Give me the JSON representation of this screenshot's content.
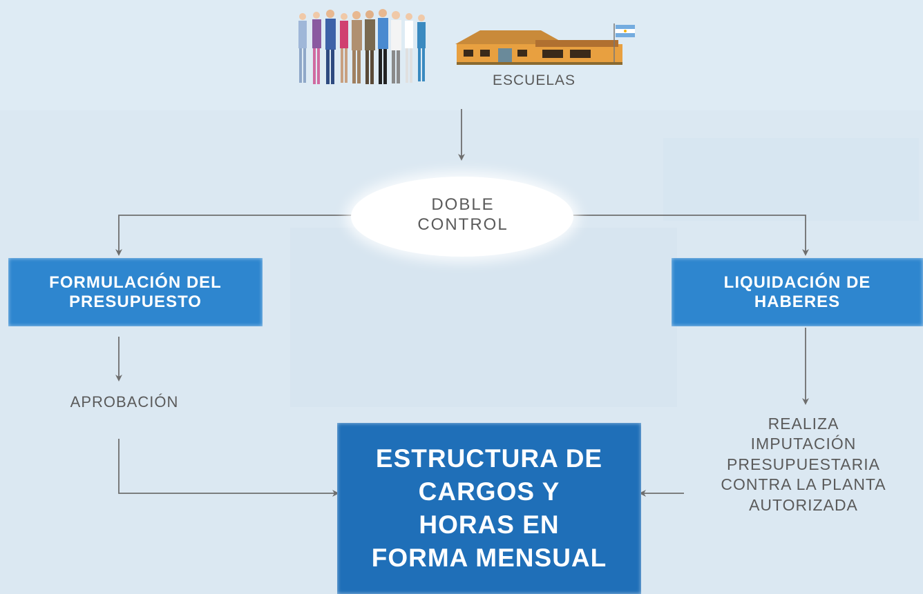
{
  "diagram": {
    "escuelas_label": "ESCUELAS",
    "doble_control": "DOBLE\nCONTROL",
    "formulacion": "FORMULACIÓN DEL\nPRESUPUESTO",
    "liquidacion": "LIQUIDACIÓN DE\nHABERES",
    "aprobacion": "APROBACIÓN",
    "estructura": "ESTRUCTURA DE\nCARGOS Y\nHORAS EN\nFORMA MENSUAL",
    "realiza": "REALIZA\nIMPUTACIÓN\nPRESUPUESTARIA\nCONTRA LA PLANTA\nAUTORIZADA"
  },
  "colors": {
    "background": "#dbe8f2",
    "box_blue": "#2e86cf",
    "main_box_blue": "#1f6fb8",
    "text_gray": "#5a5a5a",
    "line_gray": "#6e6e6e"
  },
  "icons": [
    "people-group-illustration",
    "school-building-illustration",
    "argentina-flag-icon"
  ]
}
